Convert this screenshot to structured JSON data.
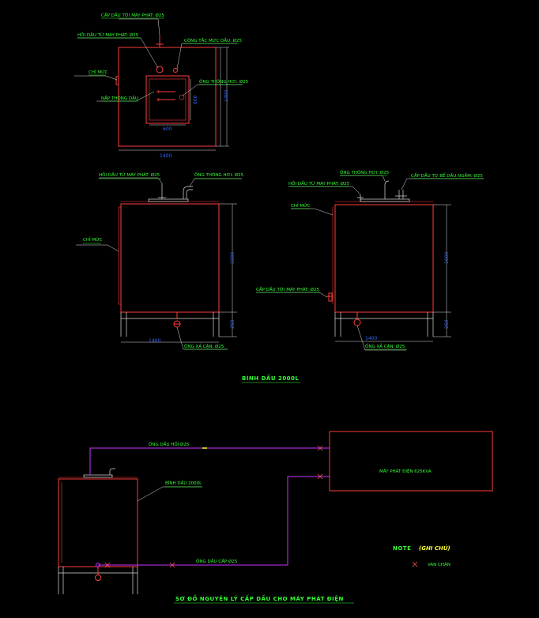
{
  "top_view": {
    "cap_dau_toi_may_phat": "CẤP DẦU TỚI MÁY PHÁT: Ø25",
    "hoi_dau_tu_may_phat": "HỒI DẦU TỪ MÁY PHÁT: Ø25",
    "cong_tac_muc_dau": "CÔNG TẮC MỨC DẦU: Ø25",
    "chi_muc": "CHỈ MỨC",
    "ong_thong_hoi": "ỐNG THÔNG HƠI: Ø25",
    "nap_thong_dau": "NẮP THÔNG DẦU",
    "dim_600_v": "600",
    "dim_600_h": "600",
    "dim_1400_v": "1400",
    "dim_1400_h": "1400"
  },
  "front_view": {
    "hoi_dau_tu_may_phat": "HỒI DẦU TỪ MÁY PHÁT: Ø25",
    "ong_thong_hoi": "ỐNG THÔNG HƠI: Ø25",
    "chi_muc": "CHỈ MỨC",
    "ong_xa_can": "ỐNG XẢ CẶN: Ø25",
    "dim_1000": "1000",
    "dim_250": "250",
    "dim_1400": "1400"
  },
  "side_view": {
    "ong_thong_hoi": "ỐNG THÔNG HƠI: Ø25",
    "cap_dau_tu_be_dau_ngam": "CẤP DẦU TỪ BỂ DẦU NGẦM: Ø25",
    "hoi_dau_tu_may_phat": "HỒI DẦU TỪ MÁY PHÁT: Ø25",
    "chi_muc": "CHỈ MỨC",
    "cap_dau_toi_may_phat": "CẤP DẦU TỚI MÁY PHÁT: Ø25",
    "ong_xa_can": "ỐNG XẢ CẶN: Ø25",
    "dim_1000": "1000",
    "dim_250": "250",
    "dim_1400": "1400"
  },
  "section_title_1": "BÌNH DẦU 2000L",
  "schematic": {
    "ong_dau_hoi": "ỐNG DẦU HỒI Ø25",
    "binh_dau": "BÌNH DẦU 2000L",
    "may_phat": "MÁY PHÁT ĐIỆN 625KVA",
    "ong_dau_cap": "ỐNG DẦU CẤP Ø25",
    "note": "NOTE",
    "note_sub": "(GHI CHÚ)",
    "van_chan": "VAN CHẶN"
  },
  "section_title_2": "SƠ ĐỒ NGUYÊN LÝ CẤP DẦU CHO MÁY PHÁT ĐIỆN",
  "colors": {
    "background": "#000000",
    "tank": "#ff3b3b",
    "label": "#33ff33",
    "dimension": "#3366ff",
    "pipe": "#cc33ff",
    "note_highlight": "#ffff33"
  }
}
